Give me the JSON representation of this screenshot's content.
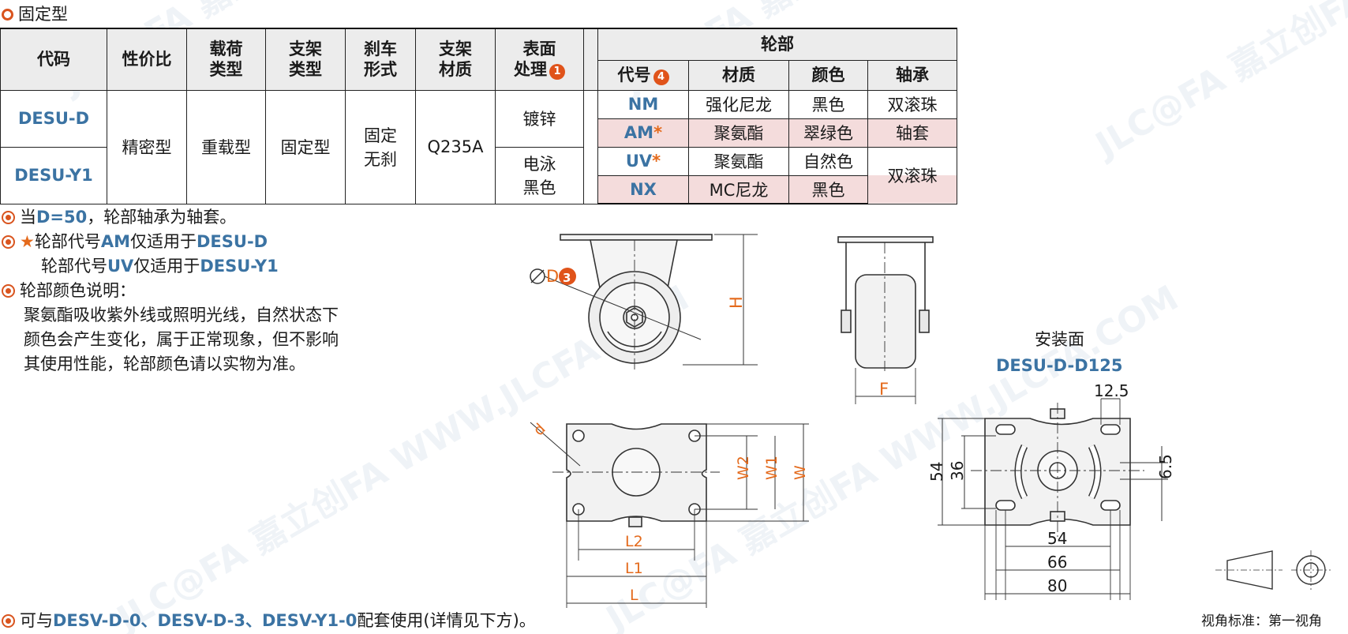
{
  "section_title": "固定型",
  "table": {
    "headers": [
      "代码",
      "性价比",
      "载荷类型",
      "支架类型",
      "刹车形式",
      "支架材质",
      "表面处理"
    ],
    "header_lines": {
      "load": [
        "载荷",
        "类型"
      ],
      "bracket": [
        "支架",
        "类型"
      ],
      "brake": [
        "刹车",
        "形式"
      ],
      "material": [
        "支架",
        "材质"
      ],
      "surface": [
        "表面",
        "处理"
      ]
    },
    "surface_badge": "1",
    "wheel_group": "轮部",
    "wheel_headers": [
      "代号",
      "材质",
      "颜色",
      "轴承"
    ],
    "wheel_code_badge": "4",
    "codes": [
      "DESU-D",
      "DESU-Y1"
    ],
    "value_class": "精密型",
    "load_type": "重载型",
    "bracket_type": "固定型",
    "brake_lines": [
      "固定",
      "无刹"
    ],
    "bracket_material": "Q235A",
    "surface_1": "镀锌",
    "surface_2_lines": [
      "电泳",
      "黑色"
    ],
    "wheels": [
      {
        "code": "NM",
        "star": "",
        "material": "强化尼龙",
        "color": "黑色",
        "bearing": "双滚珠"
      },
      {
        "code": "AM",
        "star": "*",
        "material": "聚氨酯",
        "color": "翠绿色",
        "bearing": "轴套"
      },
      {
        "code": "UV",
        "star": "*",
        "material": "聚氨酯",
        "color": "自然色",
        "bearing": "双滚珠"
      },
      {
        "code": "NX",
        "star": "",
        "material": "MC尼龙",
        "color": "黑色",
        "bearing": ""
      }
    ]
  },
  "notes": {
    "n1_pre": "当",
    "n1_val": "D=50",
    "n1_post": "，轮部轴承为轴套。",
    "n2_star": "★",
    "n2a_pre": "轮部代号",
    "n2a_code": "AM",
    "n2a_mid": "仅适用于",
    "n2a_target": "DESU-D",
    "n2b_pre": "轮部代号",
    "n2b_code": "UV",
    "n2b_mid": "仅适用于",
    "n2b_target": "DESU-Y1",
    "n3_title": "轮部颜色说明：",
    "n3_lines": [
      "聚氨酯吸收紫外线或照明光线，自然状态下",
      "颜色会产生变化，属于正常现象，但不影响",
      "其使用性能，轮部颜色请以实物为准。"
    ]
  },
  "bottom_note": {
    "pre": "可与",
    "codes": "DESV-D-0、DESV-D-3、DESV-Y1-0",
    "post": "配套使用(详情见下方)。"
  },
  "drawing": {
    "dim_D": "D",
    "dim_D_badge": "3",
    "dim_H": "H",
    "dim_F": "F",
    "dim_d": "d",
    "dim_W2": "W2",
    "dim_W1": "W1",
    "dim_W": "W",
    "dim_L2": "L2",
    "dim_L1": "L1",
    "dim_L": "L",
    "mount_title": "安装面",
    "mount_code": "DESU-D-D125",
    "m_12_5": "12.5",
    "m_54_v": "54",
    "m_36": "36",
    "m_6_5": "6.5",
    "m_54_h": "54",
    "m_66": "66",
    "m_80": "80"
  },
  "view_standard": "视角标准：第一视角",
  "watermark": "JLC@FA 嘉立创FA WWW.JLCFA.COM"
}
